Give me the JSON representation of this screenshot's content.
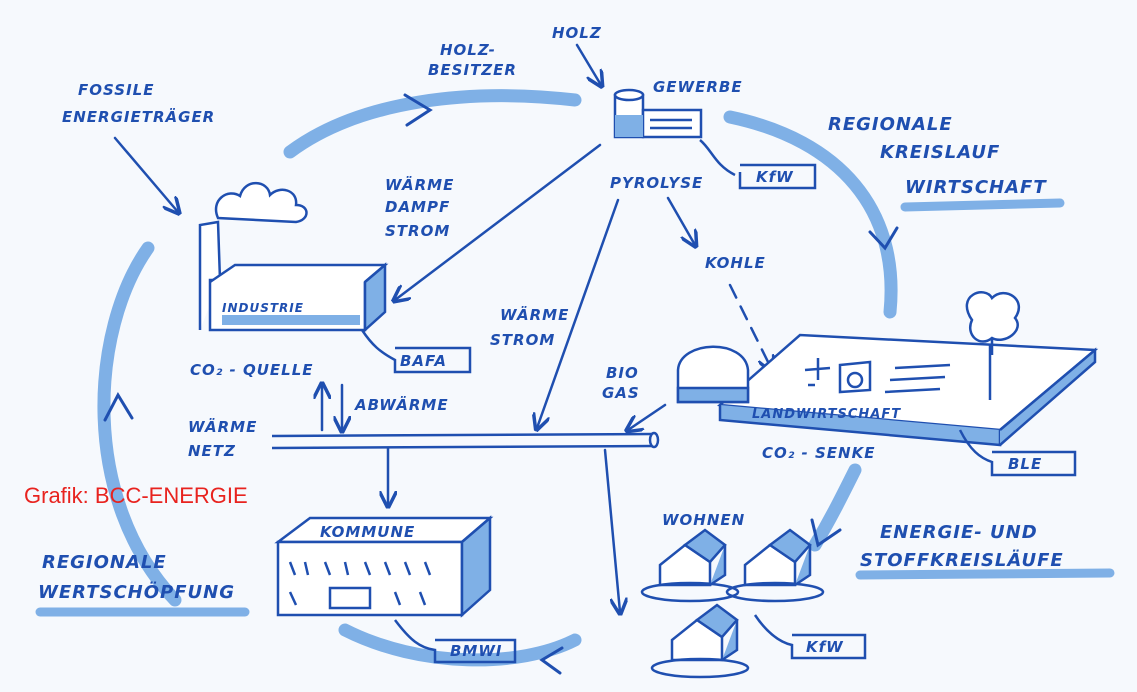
{
  "colors": {
    "ink": "#1f4fb0",
    "cycle": "#7fb0e6",
    "credit": "#e8231f",
    "background": "#f6f9fd"
  },
  "labels": {
    "fossile_l1": "FOSSILE",
    "fossile_l2": "ENERGIETRÄGER",
    "holzbesitzer_l1": "HOLZ-",
    "holzbesitzer_l2": "BESITZER",
    "holz": "HOLZ",
    "gewerbe": "GEWERBE",
    "pyrolyse": "PYROLYSE",
    "kfw_top": "KfW",
    "kreislauf_l1": "REGIONALE",
    "kreislauf_l2": "KREISLAUF",
    "kreislauf_l3": "WIRTSCHAFT",
    "waerme_dampf_l1": "WÄRME",
    "waerme_dampf_l2": "DAMPF",
    "waerme_dampf_l3": "STROM",
    "kohle": "KOHLE",
    "industrie": "INDUSTRIE",
    "waerme_strom_l1": "WÄRME",
    "waerme_strom_l2": "STROM",
    "co2_quelle": "CO₂ - QUELLE",
    "bafa": "BAFA",
    "abwaerme": "ABWÄRME",
    "biogas_l1": "BIO",
    "biogas_l2": "GAS",
    "landwirtschaft": "LANDWIRTSCHAFT",
    "co2_senke": "CO₂ - SENKE",
    "ble": "BLE",
    "waermenetz_l1": "WÄRME",
    "waermenetz_l2": "NETZ",
    "kommune": "KOMMUNE",
    "wohnen": "WOHNEN",
    "energie_l1": "ENERGIE- UND",
    "energie_l2": "STOFFKREISLÄUFE",
    "wertschoepfung_l1": "REGIONALE",
    "wertschoepfung_l2": "WERTSCHÖPFUNG",
    "bmwi": "BMWI",
    "kfw_bottom": "KfW"
  },
  "credit": "Grafik: BCC-ENERGIE"
}
